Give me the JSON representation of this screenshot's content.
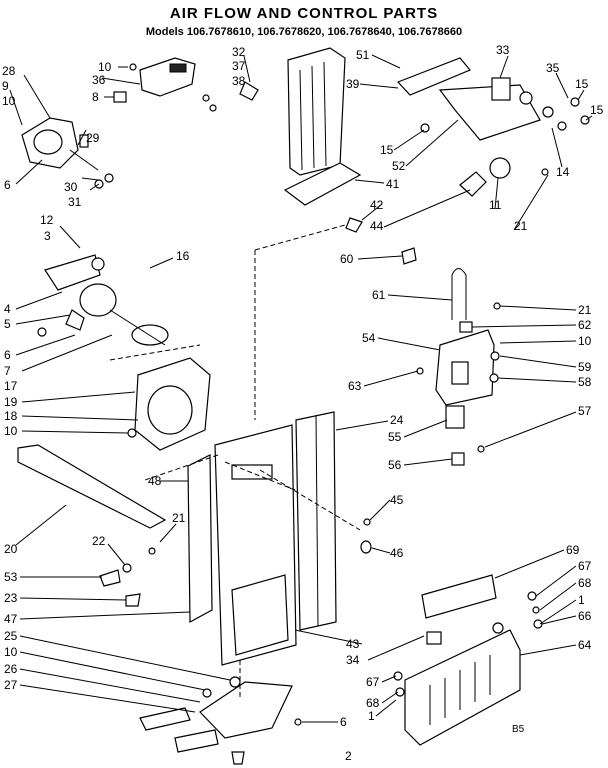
{
  "header": {
    "title": "AIR FLOW AND CONTROL PARTS",
    "models": "Models 106.7678610, 106.7678620, 106.7678640, 106.7678660"
  },
  "callouts": [
    "10",
    "36",
    "8",
    "32",
    "37",
    "38",
    "28",
    "9",
    "10",
    "29",
    "6",
    "30",
    "31",
    "12",
    "3",
    "16",
    "4",
    "5",
    "6",
    "7",
    "17",
    "19",
    "18",
    "10",
    "20",
    "22",
    "21",
    "48",
    "53",
    "23",
    "47",
    "25",
    "10",
    "26",
    "27",
    "51",
    "39",
    "33",
    "35",
    "15",
    "15",
    "15",
    "52",
    "14",
    "41",
    "42",
    "44",
    "11",
    "21",
    "60",
    "61",
    "21",
    "62",
    "10",
    "54",
    "59",
    "58",
    "63",
    "24",
    "57",
    "55",
    "56",
    "45",
    "46",
    "43",
    "34",
    "67",
    "68",
    "1",
    "69",
    "67",
    "68",
    "1",
    "66",
    "64",
    "6"
  ],
  "footer": {
    "page_number": "2",
    "code": "B5"
  }
}
